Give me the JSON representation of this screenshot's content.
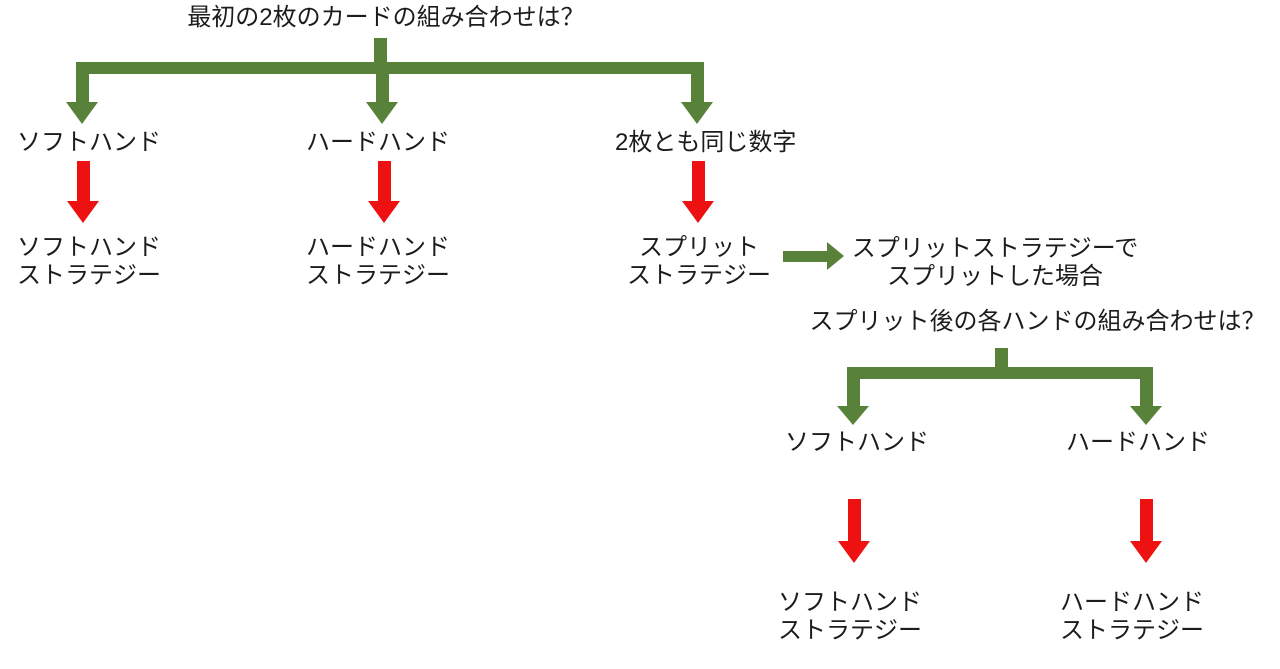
{
  "colors": {
    "arrow_green": "#588139",
    "arrow_red": "#ee1111",
    "text": "#1c1c1c",
    "background": "#ffffff"
  },
  "tree1": {
    "question": "最初の2枚のカードの組み合わせは？",
    "branches": [
      {
        "label": "ソフトハンド",
        "strategy": [
          "ソフトハンド",
          "ストラテジー"
        ]
      },
      {
        "label": "ハードハンド",
        "strategy": [
          "ハードハンド",
          "ストラテジー"
        ]
      },
      {
        "label": "2枚とも同じ数字",
        "strategy": [
          "スプリット",
          "ストラテジー"
        ]
      }
    ]
  },
  "link_note": {
    "line1": "スプリットストラテジーで",
    "line2": "スプリットした場合"
  },
  "tree2": {
    "question": "スプリット後の各ハンドの組み合わせは？",
    "branches": [
      {
        "label": "ソフトハンド",
        "strategy": [
          "ソフトハンド",
          "ストラテジー"
        ]
      },
      {
        "label": "ハードハンド",
        "strategy": [
          "ハードハンド",
          "ストラテジー"
        ]
      }
    ]
  }
}
